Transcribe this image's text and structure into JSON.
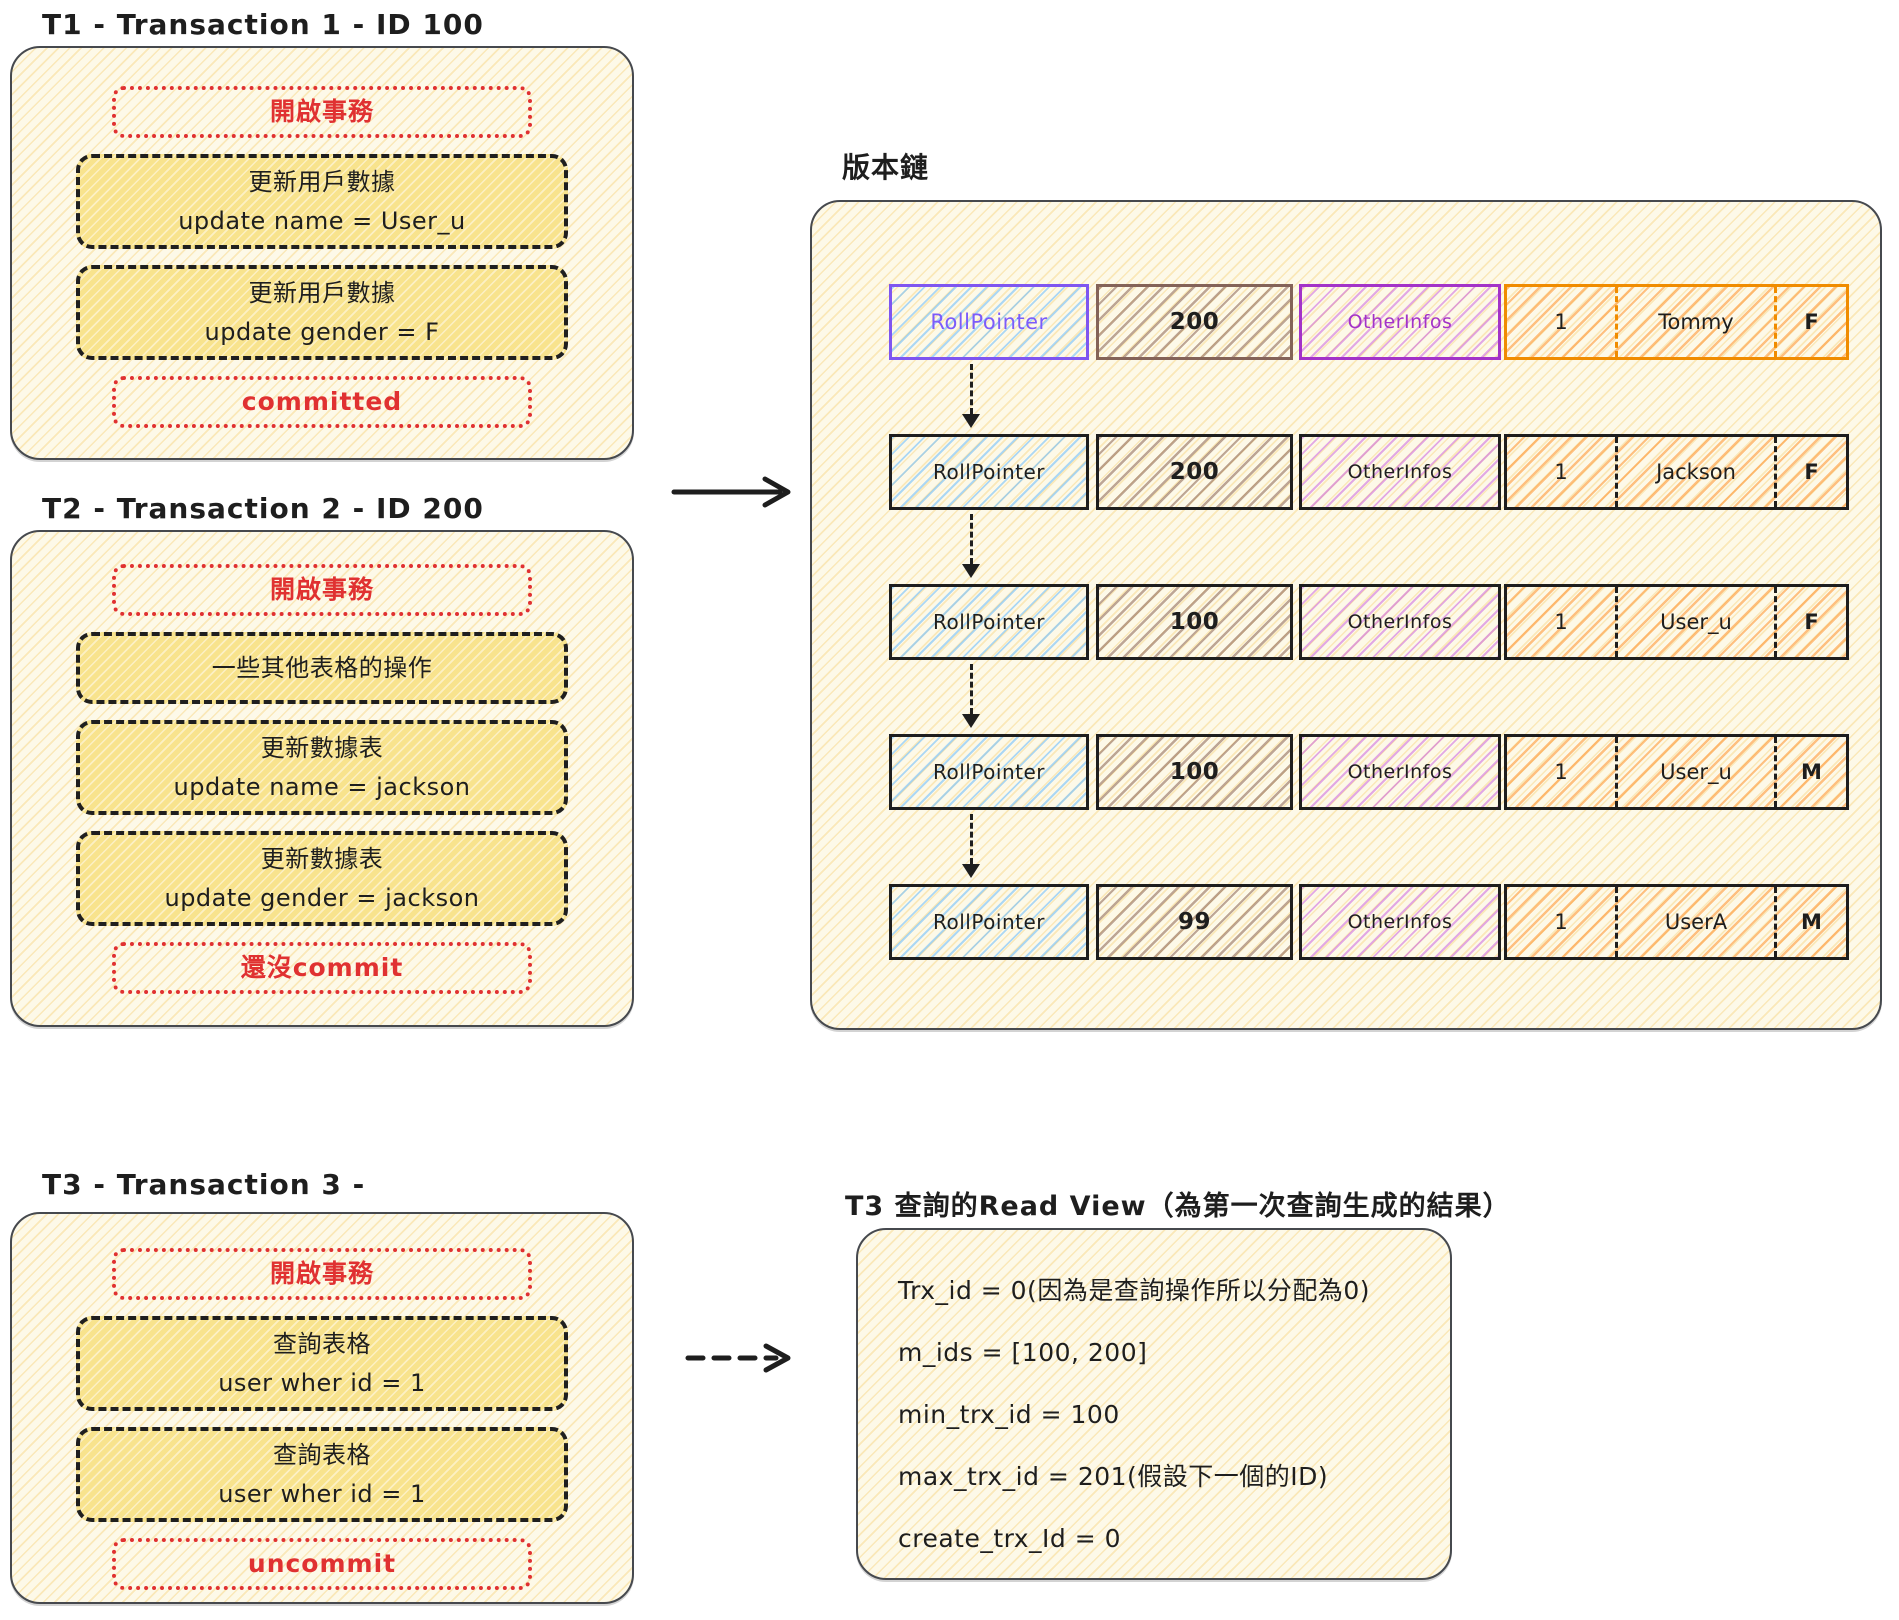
{
  "transactions": [
    {
      "title": "T1 - Transaction 1 - ID 100",
      "steps": [
        {
          "kind": "status",
          "lines": [
            "開啟事務"
          ]
        },
        {
          "kind": "action",
          "lines": [
            "更新用戶數據",
            "update name = User_u"
          ]
        },
        {
          "kind": "action",
          "lines": [
            "更新用戶數據",
            "update gender = F"
          ]
        },
        {
          "kind": "status",
          "lines": [
            "committed"
          ]
        }
      ]
    },
    {
      "title": "T2 - Transaction 2 - ID 200",
      "steps": [
        {
          "kind": "status",
          "lines": [
            "開啟事務"
          ]
        },
        {
          "kind": "action",
          "lines": [
            "一些其他表格的操作"
          ]
        },
        {
          "kind": "action",
          "lines": [
            "更新數據表",
            "update name = jackson"
          ]
        },
        {
          "kind": "action",
          "lines": [
            "更新數據表",
            "update gender = jackson"
          ]
        },
        {
          "kind": "status",
          "lines": [
            "還沒commit"
          ]
        }
      ]
    },
    {
      "title": "T3 - Transaction 3 -",
      "steps": [
        {
          "kind": "status",
          "lines": [
            "開啟事務"
          ]
        },
        {
          "kind": "action",
          "lines": [
            "查詢表格",
            "user wher id = 1"
          ]
        },
        {
          "kind": "action",
          "lines": [
            "查詢表格",
            "user wher id = 1"
          ]
        },
        {
          "kind": "status",
          "lines": [
            "uncommit"
          ]
        }
      ]
    }
  ],
  "version_chain": {
    "title": "版本鏈",
    "rows": [
      {
        "roll_pointer": "RollPointer",
        "trx_id": "200",
        "other_infos": "OtherInfos",
        "id": "1",
        "name": "Tommy",
        "gender": "F"
      },
      {
        "roll_pointer": "RollPointer",
        "trx_id": "200",
        "other_infos": "OtherInfos",
        "id": "1",
        "name": "Jackson",
        "gender": "F"
      },
      {
        "roll_pointer": "RollPointer",
        "trx_id": "100",
        "other_infos": "OtherInfos",
        "id": "1",
        "name": "User_u",
        "gender": "F"
      },
      {
        "roll_pointer": "RollPointer",
        "trx_id": "100",
        "other_infos": "OtherInfos",
        "id": "1",
        "name": "User_u",
        "gender": "M"
      },
      {
        "roll_pointer": "RollPointer",
        "trx_id": "99",
        "other_infos": "OtherInfos",
        "id": "1",
        "name": "UserA",
        "gender": "M"
      }
    ]
  },
  "read_view": {
    "title": "T3 查詢的Read View（為第一次查詢生成的結果）",
    "lines": [
      "Trx_id = 0(因為是查詢操作所以分配為0)",
      "m_ids = [100, 200]",
      "min_trx_id = 100",
      "max_trx_id = 201(假設下一個的ID)",
      "create_trx_Id = 0"
    ]
  },
  "colors": {
    "ink": "#1e1e1e",
    "status_red": "#e03131",
    "panel_cream": "#fdf9e8",
    "action_yellow": "#f8e38d",
    "roll_pointer_purple": "#7c5cfa",
    "roll_pointer_hatch_blue": "#74c0fc",
    "trx_brown": "#846358",
    "other_infos_magenta": "#a333c8",
    "record_orange": "#f08c00"
  }
}
